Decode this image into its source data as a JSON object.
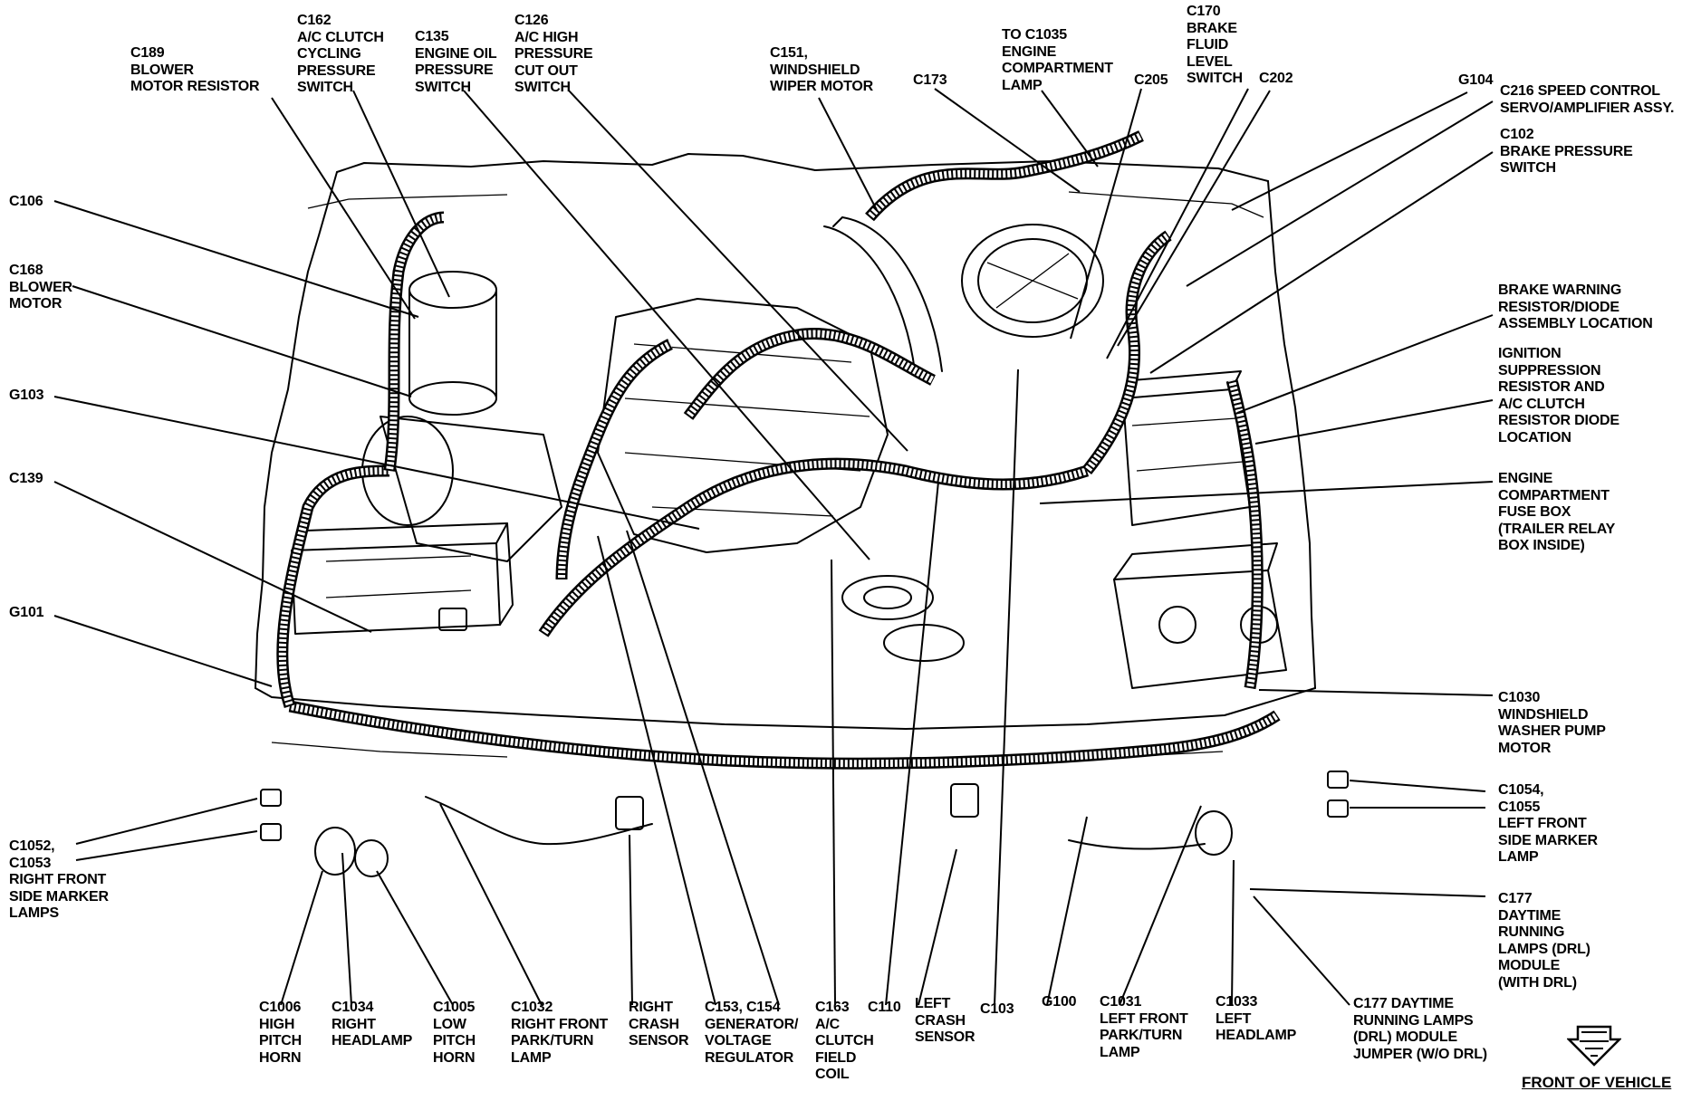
{
  "labels": {
    "c189": "C189\nBLOWER\nMOTOR RESISTOR",
    "c162": "C162\nA/C CLUTCH\nCYCLING\nPRESSURE\nSWITCH",
    "c135": "C135\nENGINE OIL\nPRESSURE\nSWITCH",
    "c126": "C126\nA/C HIGH\nPRESSURE\nCUT OUT\nSWITCH",
    "c151": "C151,\nWINDSHIELD\nWIPER MOTOR",
    "c173": "C173",
    "c1035": "TO C1035\nENGINE\nCOMPARTMENT\nLAMP",
    "c205": "C205",
    "c170": "C170\nBRAKE\nFLUID\nLEVEL\nSWITCH",
    "c202": "C202",
    "g104": "G104",
    "c216": "C216 SPEED CONTROL\nSERVO/AMPLIFIER ASSY.",
    "c102": "C102\nBRAKE PRESSURE\nSWITCH",
    "c106": "C106",
    "c168": "C168\nBLOWER\nMOTOR",
    "g103": "G103",
    "c139": "C139",
    "g101": "G101",
    "brake_warning": "BRAKE WARNING\nRESISTOR/DIODE\nASSEMBLY LOCATION",
    "ignition": "IGNITION\nSUPPRESSION\nRESISTOR AND\nA/C CLUTCH\nRESISTOR DIODE\nLOCATION",
    "fuse_box": "ENGINE\nCOMPARTMENT\nFUSE BOX\n(TRAILER RELAY\nBOX INSIDE)",
    "c1030": "C1030\nWINDSHIELD\nWASHER PUMP\nMOTOR",
    "c1054": "C1054,\nC1055\nLEFT FRONT\nSIDE MARKER\nLAMP",
    "c177_drl": "C177\nDAYTIME\nRUNNING\nLAMPS (DRL)\nMODULE\n(WITH DRL)",
    "c1052": "C1052,\nC1053\nRIGHT FRONT\nSIDE MARKER\nLAMPS",
    "c1006": "C1006\nHIGH\nPITCH\nHORN",
    "c1034": "C1034\nRIGHT\nHEADLAMP",
    "c1005": "C1005\nLOW\nPITCH\nHORN",
    "c1032": "C1032\nRIGHT FRONT\nPARK/TURN\nLAMP",
    "right_crash": "RIGHT\nCRASH\nSENSOR",
    "c153": "C153, C154\nGENERATOR/\nVOLTAGE\nREGULATOR",
    "c163": "C163\nA/C\nCLUTCH\nFIELD\nCOIL",
    "c110": "C110",
    "left_crash": "LEFT\nCRASH\nSENSOR",
    "c103": "C103",
    "g100": "G100",
    "c1031": "C1031\nLEFT FRONT\nPARK/TURN\nLAMP",
    "c1033": "C1033\nLEFT\nHEADLAMP",
    "c177_jumper": "C177 DAYTIME\nRUNNING LAMPS\n(DRL) MODULE\nJUMPER (W/O DRL)"
  },
  "footer": "FRONT OF VEHICLE",
  "icons": {
    "direction": "front-direction-arrow-icon"
  },
  "colors": {
    "ink": "#000000",
    "paper": "#ffffff"
  }
}
